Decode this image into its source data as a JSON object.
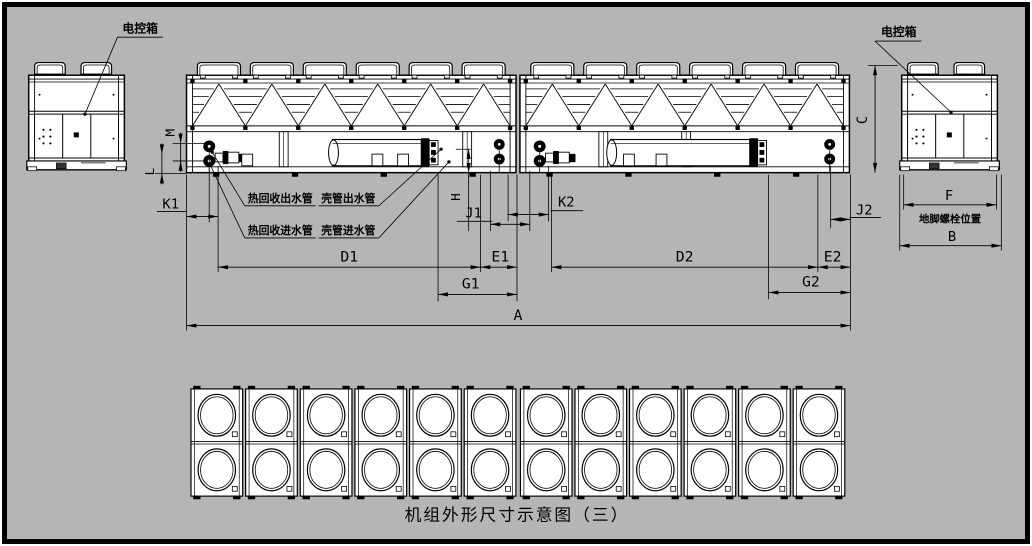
{
  "drawing": {
    "title": "机组外形尺寸示意图（三）",
    "callouts": {
      "control_box_left": "电控箱",
      "control_box_right": "电控箱",
      "heat_recovery_outlet_pipe": "热回收出水管",
      "heat_recovery_inlet_pipe": "热回收进水管",
      "shell_tube_outlet_pipe": "壳管出水管",
      "shell_tube_inlet_pipe": "壳管进水管",
      "anchor_bolt_position": "地脚螺栓位置"
    },
    "dim_labels": {
      "A": "A",
      "B": "B",
      "C": "C",
      "F": "F",
      "H": "H",
      "L": "L",
      "M": "M",
      "K1": "K1",
      "K2": "K2",
      "J1": "J1",
      "J2": "J2",
      "D1": "D1",
      "D2": "D2",
      "E1": "E1",
      "E2": "E2",
      "G1": "G1",
      "G2": "G2"
    },
    "views": {
      "front_view_fan_count": 12,
      "left_end_view_fan_count": 2,
      "right_end_view_fan_count": 2,
      "top_view_module_count": 12,
      "top_view_fans_per_module": 2
    },
    "colors": {
      "background": "#b5b5b5",
      "line": "#000000",
      "fill": "#ffffff"
    }
  }
}
